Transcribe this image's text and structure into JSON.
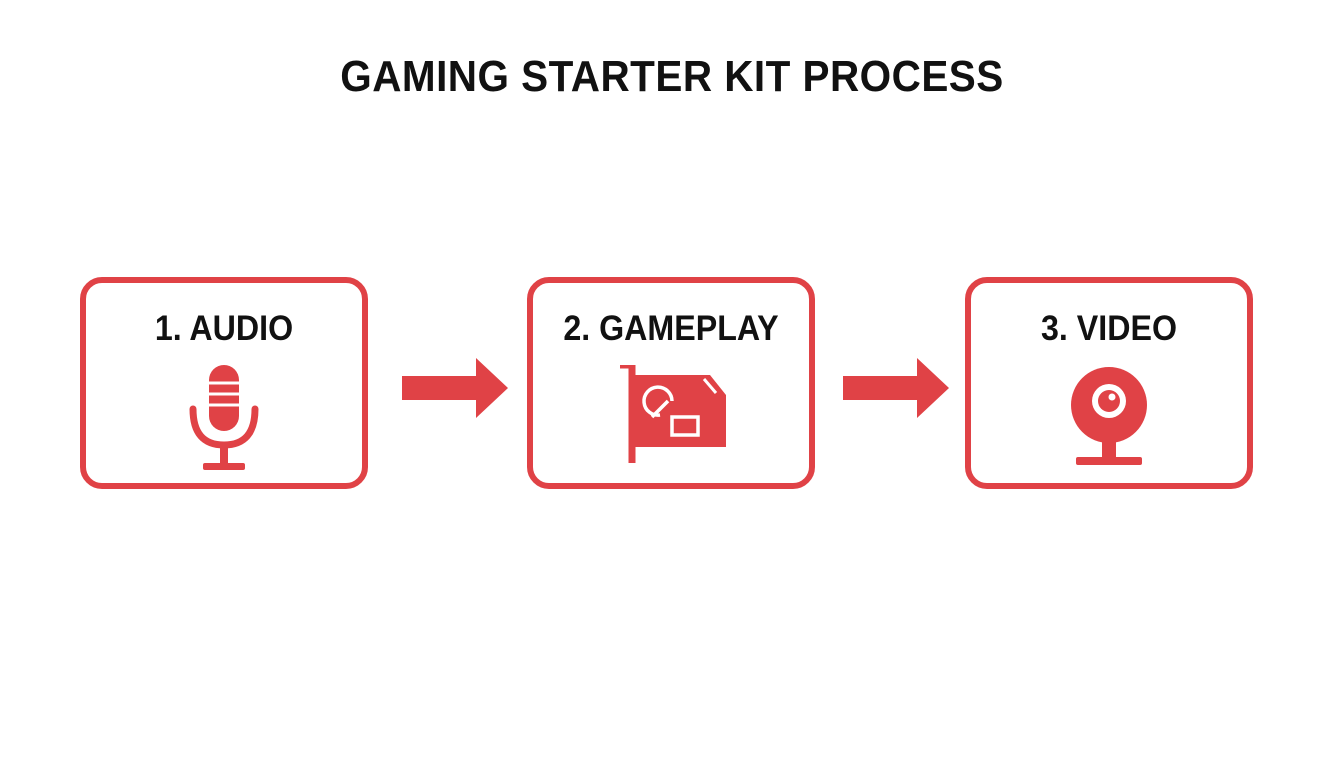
{
  "title": "GAMING STARTER KIT PROCESS",
  "accent_color": "#e04246",
  "steps": [
    {
      "label": "1. AUDIO",
      "icon": "microphone-icon"
    },
    {
      "label": "2. GAMEPLAY",
      "icon": "capture-card-icon"
    },
    {
      "label": "3. VIDEO",
      "icon": "webcam-icon"
    }
  ],
  "connectors": [
    {
      "from": "1. AUDIO",
      "to": "2. GAMEPLAY",
      "icon": "arrow-right-icon"
    },
    {
      "from": "2. GAMEPLAY",
      "to": "3. VIDEO",
      "icon": "arrow-right-icon"
    }
  ]
}
